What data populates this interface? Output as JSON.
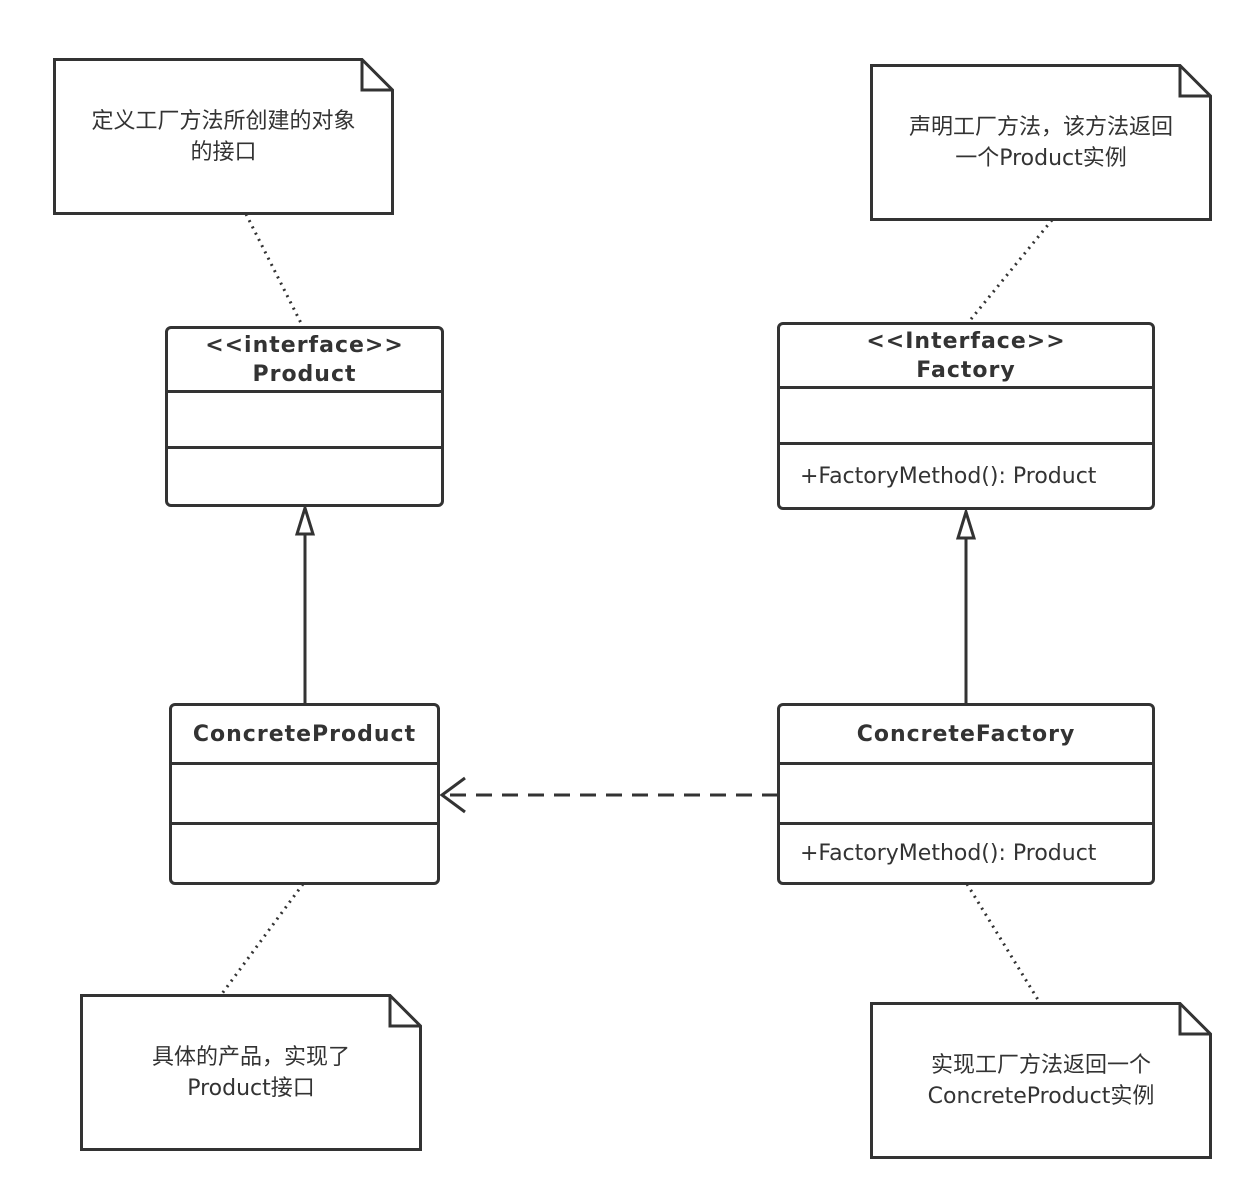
{
  "notes": {
    "product": "定义工厂方法所创建的对象\n的接口",
    "factory": "声明工厂方法，该方法返回\n一个Product实例",
    "concrete_product": "具体的产品，实现了\nProduct接口",
    "concrete_factory": "实现工厂方法返回一个\nConcreteProduct实例"
  },
  "classes": {
    "product": {
      "stereotype": "<<interface>>",
      "name": "Product",
      "attributes": "",
      "methods": ""
    },
    "factory": {
      "stereotype": "<<Interface>>",
      "name": "Factory",
      "attributes": "",
      "methods": "+FactoryMethod(): Product"
    },
    "concrete_product": {
      "name": "ConcreteProduct",
      "attributes": "",
      "methods": ""
    },
    "concrete_factory": {
      "name": "ConcreteFactory",
      "attributes": "",
      "methods": "+FactoryMethod(): Product"
    }
  },
  "relations": [
    {
      "type": "realization",
      "from": "ConcreteProduct",
      "to": "Product"
    },
    {
      "type": "realization",
      "from": "ConcreteFactory",
      "to": "Factory"
    },
    {
      "type": "dependency",
      "from": "ConcreteFactory",
      "to": "ConcreteProduct"
    }
  ],
  "colors": {
    "line": "#333333",
    "background": "#ffffff"
  }
}
